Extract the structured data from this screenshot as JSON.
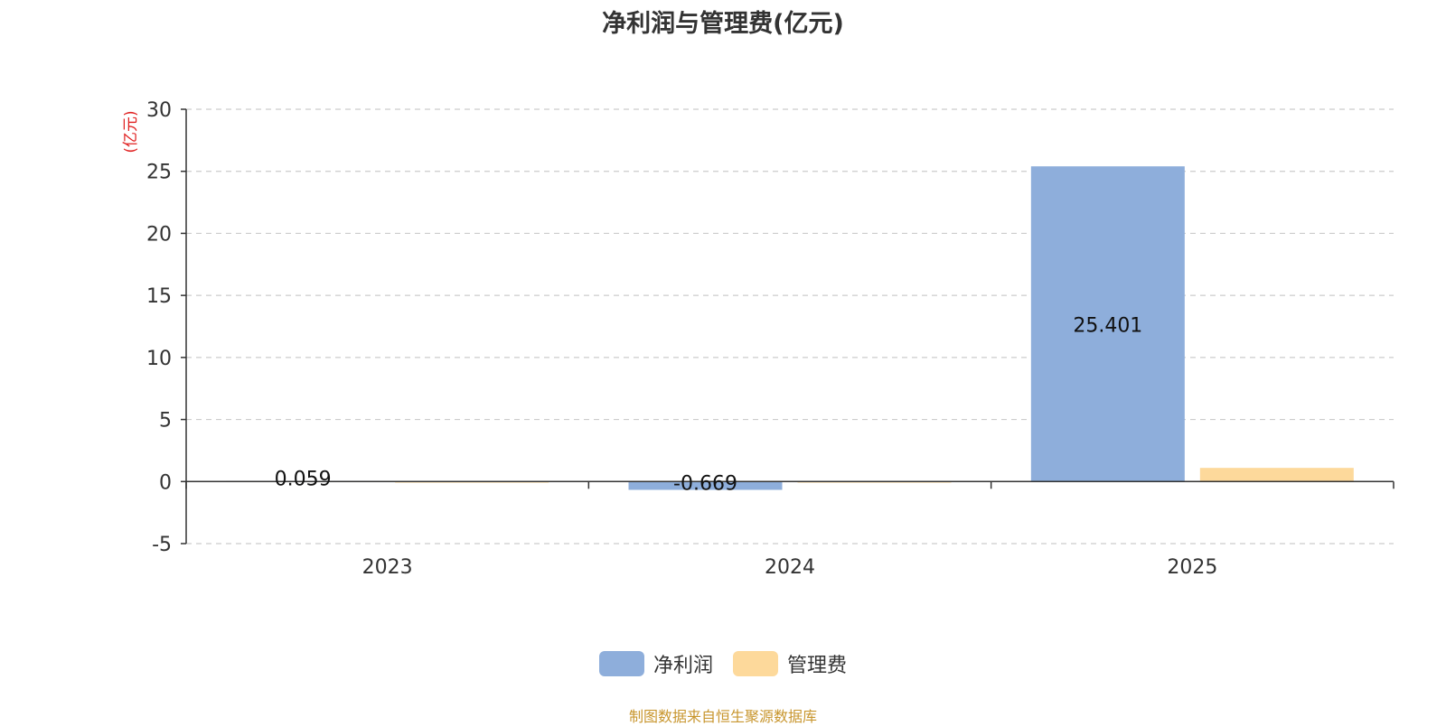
{
  "title": "净利润与管理费(亿元)",
  "source": "制图数据来自恒生聚源数据库",
  "colors": {
    "net_profit": "#8eaedb",
    "admin_fee": "#fdd99b",
    "unit_label": "#e02020",
    "source_text": "#c8962e"
  },
  "chart_data": {
    "type": "bar",
    "title": "净利润与管理费(亿元)",
    "ylabel": "(亿元)",
    "xlabel": "",
    "categories": [
      "2023",
      "2024",
      "2025"
    ],
    "ylim": [
      -5,
      30
    ],
    "yticks": [
      -5,
      0,
      5,
      10,
      15,
      20,
      25,
      30
    ],
    "grid": true,
    "legend": "bottom",
    "series": [
      {
        "name": "净利润",
        "values": [
          0.059,
          -0.669,
          25.401
        ],
        "labels": [
          "0.059",
          "-0.669",
          "25.401"
        ]
      },
      {
        "name": "管理费",
        "values": [
          0.02,
          0.02,
          1.1
        ],
        "labels": [
          "",
          "",
          ""
        ]
      }
    ]
  }
}
